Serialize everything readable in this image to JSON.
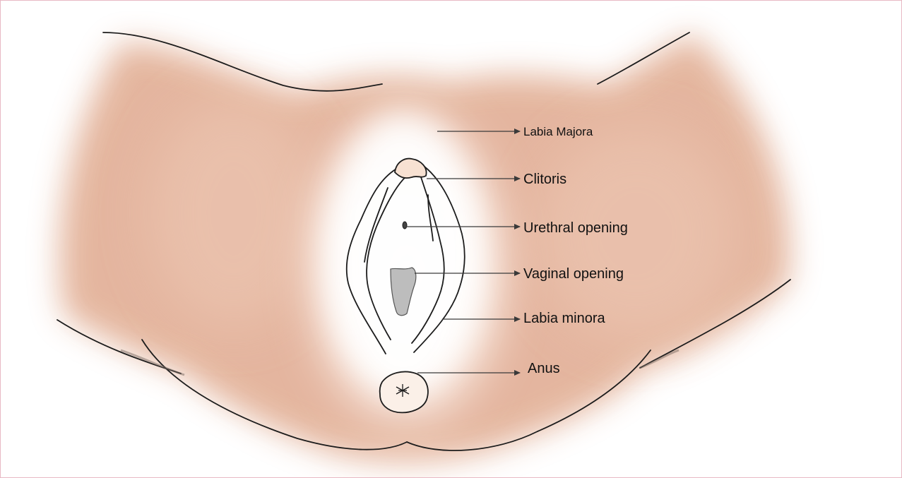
{
  "labels": {
    "labia_majora": "Labia Majora",
    "clitoris": "Clitoris",
    "urethral_opening": "Urethral opening",
    "vaginal_opening": "Vaginal opening",
    "labia_minora": "Labia minora",
    "anus": "Anus"
  },
  "colors": {
    "skin": "#e3b29a",
    "skin_light": "#f4dccd",
    "frame_border": "#e8b9c4",
    "vaginal_fill": "#bdbdbd"
  }
}
